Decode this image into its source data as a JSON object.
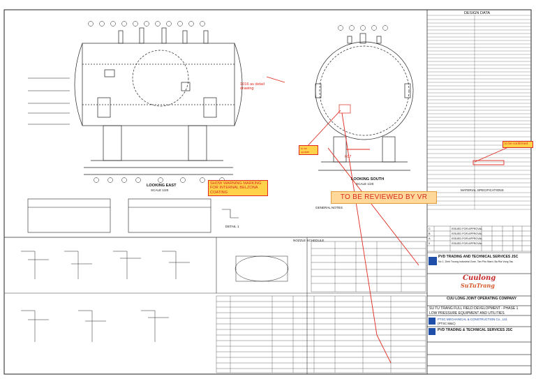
{
  "drawing": {
    "data_title": "DESIGN DATA",
    "view_east": "LOOKING EAST",
    "view_south": "LOOKING SOUTH",
    "scale_east": "SCALE 1/20",
    "scale_south": "SCALE 1/20",
    "detail_label": "DETAIL 1",
    "general_notes": "GENERAL NOTES",
    "material_spec": "MATERIAL SPECIFICATIONS",
    "nozzle_schedule": "NOZZLE SCHEDULE",
    "dimension_607": "607",
    "callout_1016": "1016 as detail drawing"
  },
  "annotations": {
    "warning_box": "SHOW WARNING MARKING FOR INTERNAL BELZONA COATING",
    "review_stamp": "TO BE REVIEWED BY VR",
    "to_be_confirmed": "to be confirmed",
    "small_box": "to be update"
  },
  "title_block": {
    "company_1": "PVD TRADING AND TECHNICAL SERVICES JSC",
    "company_1_address": "No 1, Dinh Truong Industrial Zone, Tan Phu Ward, Ba Ria Vung Tau",
    "cuulong_logo": "Cuulong",
    "sutuden_logo": "SuTuTrang",
    "operator": "CUU LONG JOINT OPERATING COMPANY",
    "project": "SU TU TRANG FULL FIELD DEVELOPMENT - PHASE 1",
    "equipment": "LOW PRESSURE EQUIPMENT AND UTILITIES",
    "contractor": "PTSC MECHANICAL & CONSTRUCTION Co., Ltd.",
    "contractor_short": "(PTSC M&C)",
    "company_2": "PVD TRADING & TECHNICAL SERVICES JSC"
  },
  "revisions": [
    {
      "rev": "C",
      "desc": "ISSUED FOR APPROVAL"
    },
    {
      "rev": "B",
      "desc": "ISSUED FOR APPROVAL"
    },
    {
      "rev": "A",
      "desc": "ISSUED FOR APPROVAL"
    },
    {
      "rev": "0",
      "desc": "ISSUED FOR APPROVAL"
    }
  ]
}
